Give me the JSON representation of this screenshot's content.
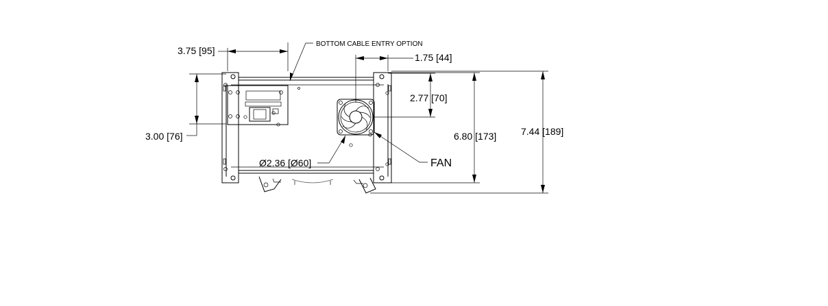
{
  "labels": {
    "cable_entry": "BOTTOM CABLE ENTRY OPTION",
    "fan": "FAN"
  },
  "dimensions": {
    "cable_width": "3.75 [95]",
    "cable_height": "3.00 [76]",
    "fan_offset_x": "1.75 [44]",
    "fan_offset_y": "2.77 [70]",
    "fan_diameter": "Ø2.36 [Ø60]",
    "body_height": "6.80 [173]",
    "overall_height": "7.44 [189]"
  }
}
